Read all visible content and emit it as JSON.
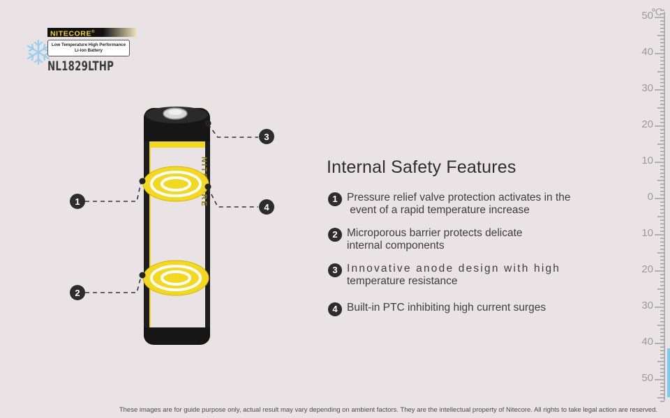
{
  "logo": {
    "brand": "NITECORE",
    "brand_mark": "®",
    "tagline_line1": "Low Temperature High Performance",
    "tagline_line2": "Li-ion Battery",
    "model": "NL1829LTHP"
  },
  "battery": {
    "side_text": "NITECORE",
    "callouts": [
      "1",
      "2",
      "3",
      "4"
    ]
  },
  "heading": "Internal Safety Features",
  "features": [
    {
      "number": "1",
      "line1": "Pressure relief valve protection activates in the",
      "line2": " event of a rapid temperature increase"
    },
    {
      "number": "2",
      "line1": "Microporous barrier protects delicate",
      "line2": "internal components"
    },
    {
      "number": "3",
      "line1": "Innovative anode design with high",
      "line2": "temperature resistance"
    },
    {
      "number": "4",
      "line1": "Built-in PTC inhibiting high current surges",
      "line2": ""
    }
  ],
  "scale": {
    "unit": "℃",
    "labels": [
      "50",
      "40",
      "30",
      "20",
      "10",
      "0",
      "10",
      "20",
      "30",
      "40",
      "50"
    ]
  },
  "disclaimer": "These images are for guide purpose only, actual result may vary depending on ambient factors. They are the intellectual property of Nitecore. All rights to take legal action are reserved.",
  "colors": {
    "background": "#e9e3e6",
    "battery_yellow": "#f2d81e",
    "battery_black": "#161616",
    "text_dark": "#2d2d2d",
    "scale_grey": "#9a9a9a"
  }
}
